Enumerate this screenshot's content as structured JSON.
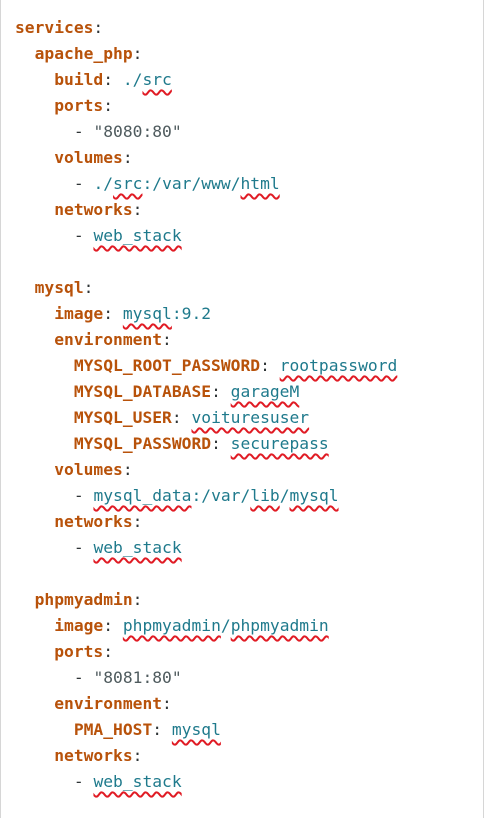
{
  "lines": [
    {
      "indent": 0,
      "key": "services",
      "sep": ":",
      "value": []
    },
    {
      "indent": 1,
      "key": "apache_php",
      "sep": ":",
      "value": []
    },
    {
      "indent": 2,
      "key": "build",
      "sep": ": ",
      "value": [
        {
          "t": "./"
        },
        {
          "t": "src",
          "err": true
        }
      ]
    },
    {
      "indent": 2,
      "key": "ports",
      "sep": ":",
      "value": []
    },
    {
      "indent": 3,
      "dash": "- ",
      "value": [
        {
          "t": "\"8080:80\"",
          "s": true
        }
      ]
    },
    {
      "indent": 2,
      "key": "volumes",
      "sep": ":",
      "value": []
    },
    {
      "indent": 3,
      "dash": "- ",
      "value": [
        {
          "t": "./"
        },
        {
          "t": "src",
          "err": true
        },
        {
          "t": ":/var/www/"
        },
        {
          "t": "html",
          "err": true
        }
      ]
    },
    {
      "indent": 2,
      "key": "networks",
      "sep": ":",
      "value": []
    },
    {
      "indent": 3,
      "dash": "- ",
      "value": [
        {
          "t": "web_stack",
          "err": true
        }
      ]
    },
    {
      "indent": 0,
      "blank": true
    },
    {
      "indent": 1,
      "key": "mysql",
      "sep": ":",
      "value": []
    },
    {
      "indent": 2,
      "key": "image",
      "sep": ": ",
      "value": [
        {
          "t": "mysql",
          "err": true
        },
        {
          "t": ":9.2"
        }
      ]
    },
    {
      "indent": 2,
      "key": "environment",
      "sep": ":",
      "value": []
    },
    {
      "indent": 3,
      "key": "MYSQL_ROOT_PASSWORD",
      "sep": ": ",
      "value": [
        {
          "t": "rootpassword",
          "err": true
        }
      ]
    },
    {
      "indent": 3,
      "key": "MYSQL_DATABASE",
      "sep": ": ",
      "value": [
        {
          "t": "garageM",
          "err": true
        }
      ]
    },
    {
      "indent": 3,
      "key": "MYSQL_USER",
      "sep": ": ",
      "value": [
        {
          "t": "voituresuser",
          "err": true
        }
      ]
    },
    {
      "indent": 3,
      "key": "MYSQL_PASSWORD",
      "sep": ": ",
      "value": [
        {
          "t": "securepass",
          "err": true
        }
      ]
    },
    {
      "indent": 2,
      "key": "volumes",
      "sep": ":",
      "value": []
    },
    {
      "indent": 3,
      "dash": "- ",
      "value": [
        {
          "t": "mysql_data",
          "err": true
        },
        {
          "t": ":/var/"
        },
        {
          "t": "lib",
          "err": true
        },
        {
          "t": "/"
        },
        {
          "t": "mysql",
          "err": true
        }
      ]
    },
    {
      "indent": 2,
      "key": "networks",
      "sep": ":",
      "value": []
    },
    {
      "indent": 3,
      "dash": "- ",
      "value": [
        {
          "t": "web_stack",
          "err": true
        }
      ]
    },
    {
      "indent": 0,
      "blank": true
    },
    {
      "indent": 1,
      "key": "phpmyadmin",
      "sep": ":",
      "value": []
    },
    {
      "indent": 2,
      "key": "image",
      "sep": ": ",
      "value": [
        {
          "t": "phpmyadmin",
          "err": true
        },
        {
          "t": "/"
        },
        {
          "t": "phpmyadmin",
          "err": true
        }
      ]
    },
    {
      "indent": 2,
      "key": "ports",
      "sep": ":",
      "value": []
    },
    {
      "indent": 3,
      "dash": "- ",
      "value": [
        {
          "t": "\"8081:80\"",
          "s": true
        }
      ]
    },
    {
      "indent": 2,
      "key": "environment",
      "sep": ":",
      "value": []
    },
    {
      "indent": 3,
      "key": "PMA_HOST",
      "sep": ": ",
      "value": [
        {
          "t": "mysql",
          "err": true
        }
      ]
    },
    {
      "indent": 2,
      "key": "networks",
      "sep": ":",
      "value": []
    },
    {
      "indent": 3,
      "dash": "- ",
      "value": [
        {
          "t": "web_stack",
          "err": true
        }
      ]
    }
  ]
}
